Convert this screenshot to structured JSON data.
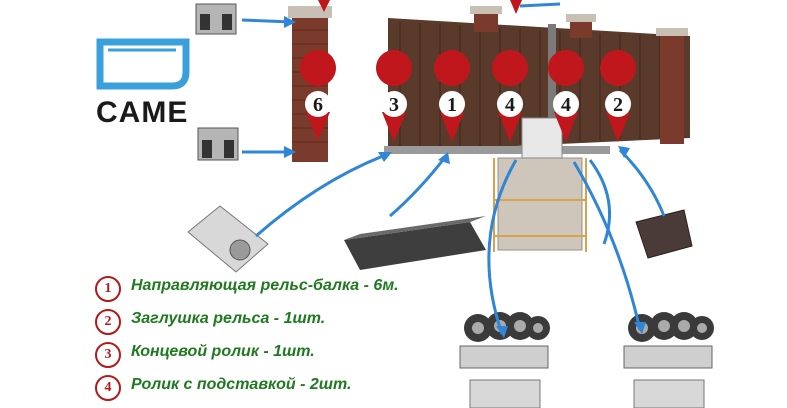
{
  "brand": {
    "name": "CAME",
    "color": "#3aa0dc"
  },
  "pins": [
    {
      "label": "6"
    },
    {
      "label": "3"
    },
    {
      "label": "1"
    },
    {
      "label": "4"
    },
    {
      "label": "4"
    },
    {
      "label": "2"
    }
  ],
  "legend": [
    {
      "num": "1",
      "text": "Направляющая рельс-балка - 6м."
    },
    {
      "num": "2",
      "text": "Заглушка рельса - 1шт."
    },
    {
      "num": "3",
      "text": "Концевой ролик - 1шт."
    },
    {
      "num": "4",
      "text": "Ролик с подставкой - 2шт."
    }
  ],
  "colors": {
    "pin": "#c0171c",
    "arrow": "#2f86d6",
    "legend_text": "#1f7a1f",
    "gate": "#5a3a2a",
    "brick": "#7a3a2c"
  }
}
